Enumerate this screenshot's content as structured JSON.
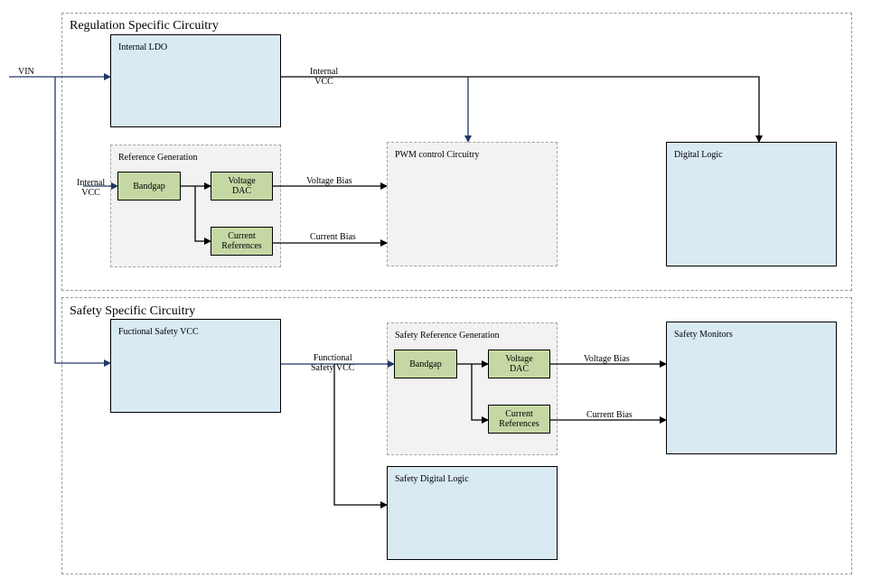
{
  "regions": {
    "regulation": "Regulation Specific Circuitry",
    "safety": "Safety Specific Circuitry"
  },
  "blocks": {
    "internal_ldo": "Internal LDO",
    "reference_generation": "Reference Generation",
    "pwm_control": "PWM control Circuitry",
    "digital_logic": "Digital Logic",
    "functional_safety_vcc": "Fuctional Safety VCC",
    "safety_reference_generation": "Safety Reference Generation",
    "safety_monitors": "Safety Monitors",
    "safety_digital_logic": "Safety Digital Logic"
  },
  "sub_blocks": {
    "bandgap": "Bandgap",
    "voltage_dac": "Voltage\nDAC",
    "current_references": "Current\nReferences",
    "safety_bandgap": "Bandgap",
    "safety_voltage_dac": "Voltage\nDAC",
    "safety_current_references": "Current\nReferences"
  },
  "signals": {
    "vin": "VIN",
    "internal_vcc_top": "Internal\nVCC",
    "internal_vcc_ref": "Internal\nVCC",
    "voltage_bias": "Voltage Bias",
    "current_bias": "Current Bias",
    "functional_safety_vcc": "Functional\nSafety VCC",
    "safety_voltage_bias": "Voltage Bias",
    "safety_current_bias": "Current Bias"
  },
  "colors": {
    "block_fill": "#d9eaf3",
    "sub_block_fill": "#c5d8a4",
    "group_fill": "#f2f2f2",
    "supply_wire": "#1f3864",
    "signal_wire": "#000000"
  }
}
